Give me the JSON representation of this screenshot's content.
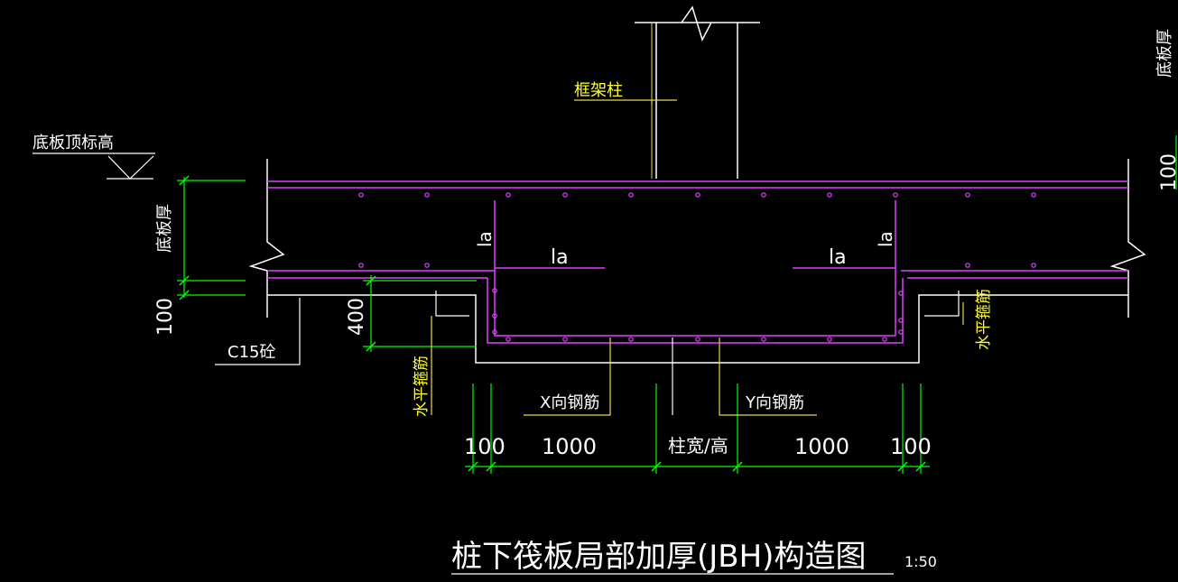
{
  "title": "桩下筏板局部加厚(JBH)构造图",
  "scale": "1:50",
  "colors": {
    "background": "#000000",
    "rebar": "#e040ff",
    "dimension": "#00ff00",
    "leader": "#ffff00",
    "text_white": "#ffffff",
    "text_yellow": "#ffff33"
  },
  "labels": {
    "column": "框架柱",
    "slab_top_elev": "底板顶标高",
    "slab_thick_left": "底板厚",
    "slab_thick_right": "底板厚",
    "c15": "C15砼",
    "x_rebar": "X向钢筋",
    "y_rebar": "Y向钢筋",
    "horiz_stirrup_left": "水平箍筋",
    "horiz_stirrup_right": "水平箍筋",
    "la_vert_left": "la",
    "la_horiz_left": "la",
    "la_horiz_right": "la",
    "la_vert_right": "la"
  },
  "dimensions": {
    "left_100": "100",
    "left_400": "400",
    "right_100": "100",
    "bottom_left_100": "100",
    "bottom_left_1000": "1000",
    "bottom_col": "柱宽/高",
    "bottom_right_1000": "1000",
    "bottom_right_100": "100"
  }
}
